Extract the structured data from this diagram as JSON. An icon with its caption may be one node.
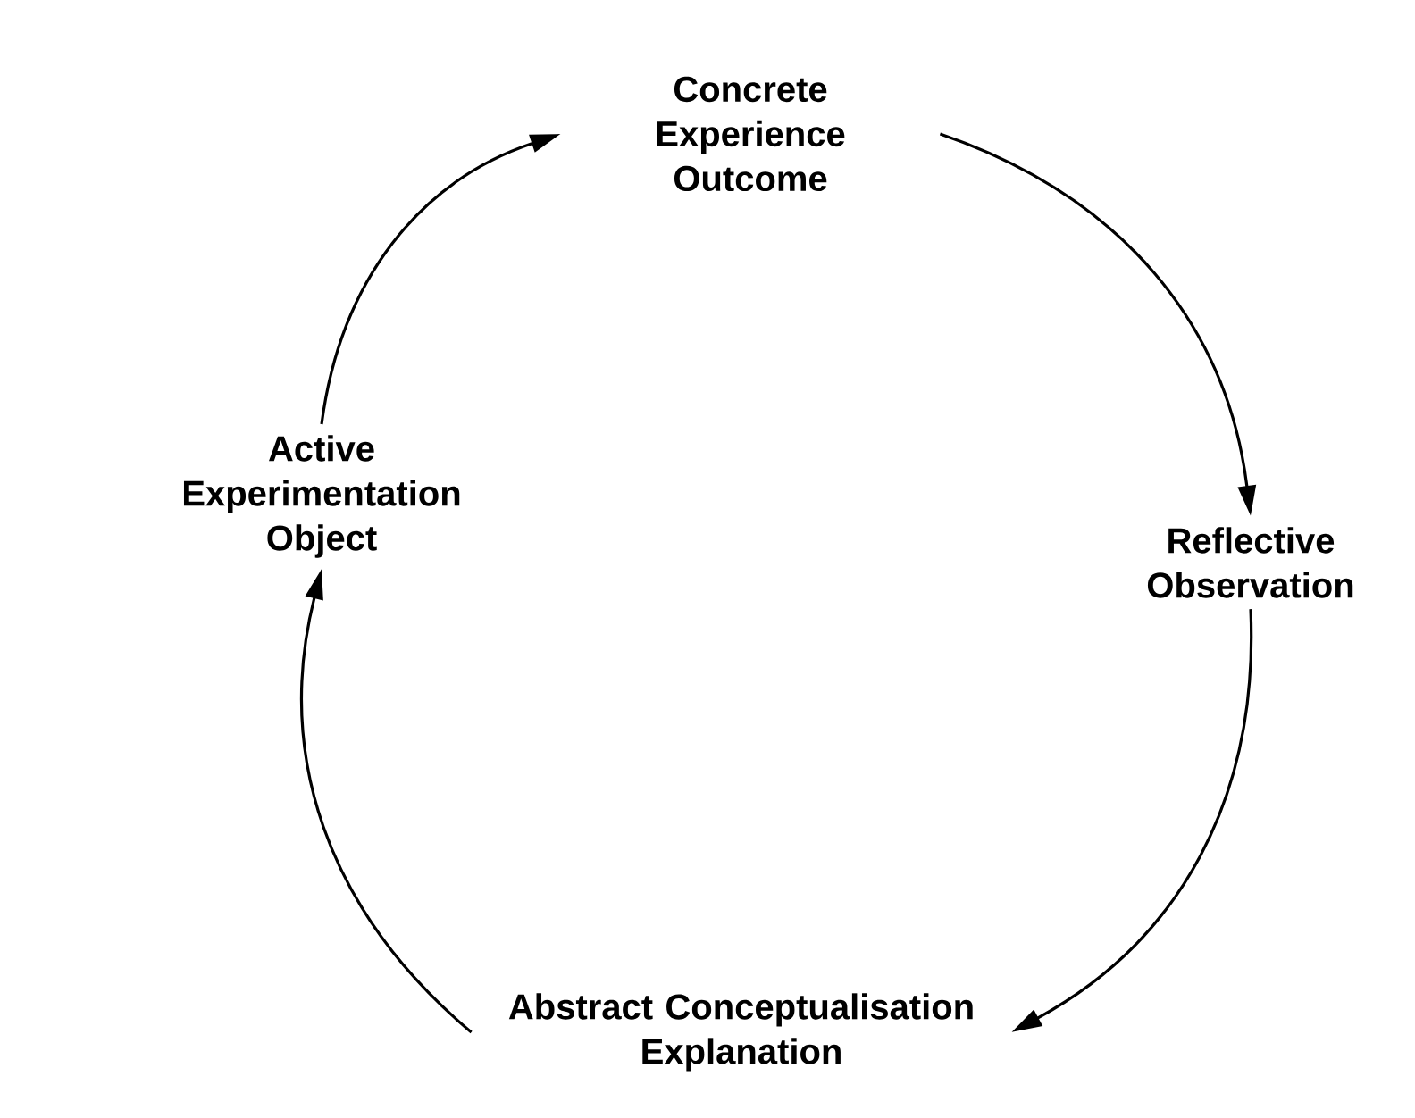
{
  "diagram": {
    "nodes": [
      {
        "text": [
          "Concrete Experience Outcome"
        ]
      },
      {
        "text": [
          "Reflective Observation"
        ]
      },
      {
        "text": [
          "Abstract Conceptualisation Explanation"
        ]
      },
      {
        "text": [
          "Active Experimentation Object"
        ]
      }
    ],
    "edges": [
      {
        "from": 0,
        "to": 1,
        "arrow": "to"
      },
      {
        "from": 1,
        "to": 2,
        "arrow": "to"
      },
      {
        "from": 2,
        "to": 3,
        "arrow": "to"
      },
      {
        "from": 3,
        "to": 0,
        "arrow": "to"
      }
    ]
  }
}
